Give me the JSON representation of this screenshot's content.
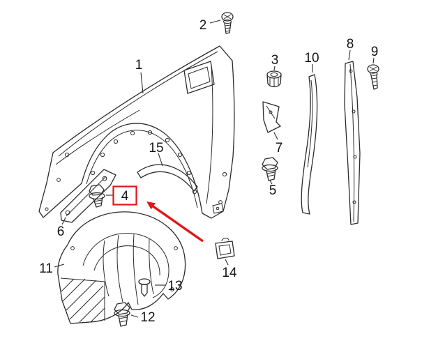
{
  "diagram": {
    "type": "exploded-parts-diagram",
    "background_color": "#ffffff",
    "line_color": "#2b2b2b",
    "highlight_color": "#e01616",
    "highlighted_label": "4",
    "labels": {
      "n1": "1",
      "n2": "2",
      "n3": "3",
      "n4": "4",
      "n5": "5",
      "n6": "6",
      "n7": "7",
      "n8": "8",
      "n9": "9",
      "n10": "10",
      "n11": "11",
      "n12": "12",
      "n13": "13",
      "n14": "14",
      "n15": "15"
    }
  }
}
